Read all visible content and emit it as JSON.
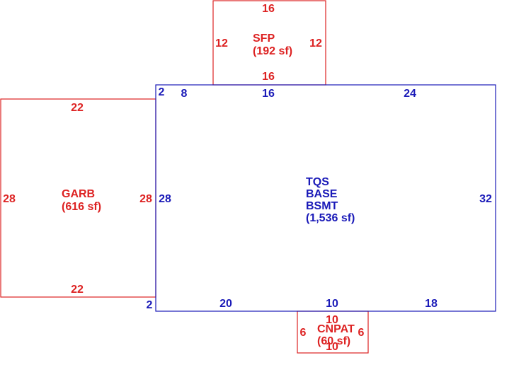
{
  "colors": {
    "main_area": "#1a1ab8",
    "outbuilding": "#dd2222",
    "background": "#ffffff"
  },
  "areas": {
    "sfp": {
      "code": "SFP",
      "area": "(192 sf)",
      "top": "16",
      "bottom": "16",
      "left": "12",
      "right": "12"
    },
    "garb": {
      "code": "GARB",
      "area": "(616 sf)",
      "top": "22",
      "bottom": "22",
      "left": "28",
      "right": "28"
    },
    "main": {
      "line1": "TQS",
      "line2": "BASE",
      "line3": "BSMT",
      "area": "(1,536 sf)",
      "top_a": "2",
      "top_b": "8",
      "top_c": "16",
      "top_d": "24",
      "left": "28",
      "right": "32",
      "bottom_a": "2",
      "bottom_b": "20",
      "bottom_c": "10",
      "bottom_d": "18"
    },
    "cnpat": {
      "code": "CNPAT",
      "area": "(60 sf)",
      "top": "10",
      "bottom": "10",
      "left": "6",
      "right": "6"
    }
  }
}
